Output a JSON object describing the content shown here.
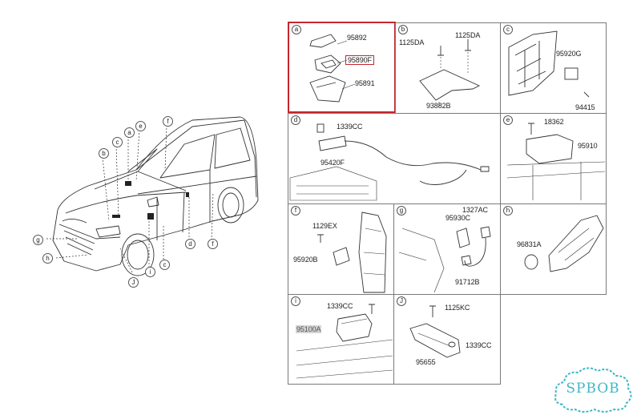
{
  "overview": {
    "callouts": [
      "a",
      "e",
      "f",
      "c",
      "b",
      "g",
      "h",
      "J",
      "i",
      "c",
      "d",
      "f"
    ]
  },
  "cells": {
    "a": {
      "letter": "a",
      "parts": [
        "95892",
        "95890F",
        "95891"
      ]
    },
    "b": {
      "letter": "b",
      "parts": [
        "1125DA",
        "1125DA",
        "93882B"
      ]
    },
    "c": {
      "letter": "c",
      "parts": [
        "95920G",
        "94415"
      ]
    },
    "d": {
      "letter": "d",
      "parts": [
        "1339CC",
        "95420F"
      ]
    },
    "e": {
      "letter": "e",
      "parts": [
        "18362",
        "95910"
      ]
    },
    "f": {
      "letter": "f",
      "parts": [
        "1129EX",
        "95920B"
      ]
    },
    "g": {
      "letter": "g",
      "parts": [
        "1327AC",
        "95930C",
        "91712B"
      ]
    },
    "h": {
      "letter": "h",
      "parts": [
        "96831A"
      ]
    },
    "i": {
      "letter": "i",
      "parts": [
        "1339CC",
        "95100A"
      ]
    },
    "j": {
      "letter": "J",
      "parts": [
        "1125KC",
        "1339CC",
        "95655"
      ]
    }
  },
  "watermark": {
    "text": "SPBOB",
    "color": "#3fb7c6"
  },
  "colors": {
    "highlight": "#c6262e",
    "line": "#7a7a7a"
  }
}
